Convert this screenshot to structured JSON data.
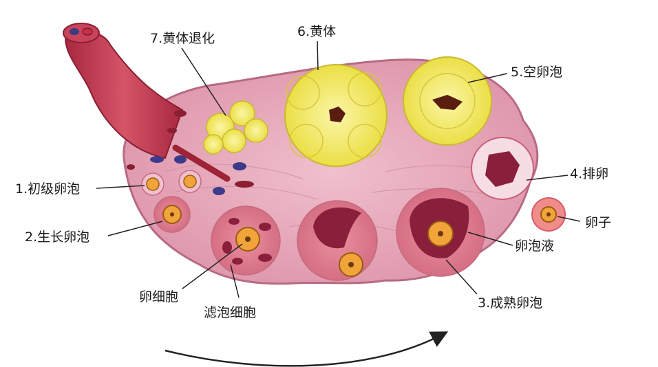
{
  "labels": {
    "primary_follicle": "1.初级卵泡",
    "growing_follicle": "2.生长卵泡",
    "mature_follicle": "3.成熟卵泡",
    "ovulation": "4.排卵",
    "empty_follicle": "5.空卵泡",
    "corpus_luteum": "6.黄体",
    "corpus_luteum_regression": "7.黄体退化",
    "oocyte": "卵细胞",
    "follicular_cells": "滤泡细胞",
    "follicular_fluid": "卵泡液",
    "ovum": "卵子"
  },
  "colors": {
    "ovary": "#e8a8b8",
    "ovary_outline": "#b76a82",
    "tube": "#c9435a",
    "corpus_yellow": "#f4ec6a",
    "fluid": "#8a1f3c",
    "oocyte": "#f0a43a"
  }
}
